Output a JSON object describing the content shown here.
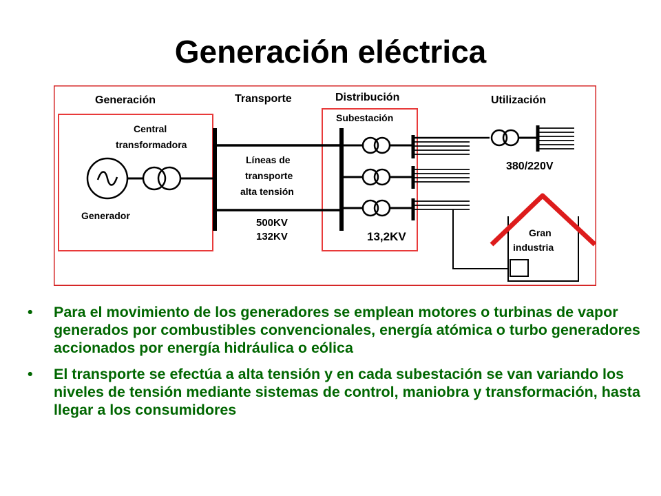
{
  "title": "Generación eléctrica",
  "diagram": {
    "sections": {
      "generation": "Generación",
      "transport": "Transporte",
      "distribution": "Distribución",
      "utilization": "Utilización"
    },
    "labels": {
      "central_line1": "Central",
      "central_line2": "transformadora",
      "generator": "Generador",
      "lines_line1": "Líneas de",
      "lines_line2": "transporte",
      "lines_line3": "alta tensión",
      "voltage_500": "500KV",
      "voltage_132": "132KV",
      "substation": "Subestación",
      "voltage_13": "13,2KV",
      "voltage_380": "380/220V",
      "industry_line1": "Gran",
      "industry_line2": "industria"
    },
    "colors": {
      "frame": "#d42020",
      "box": "#e83a3a",
      "roof": "#dd1c1c",
      "line": "#000000"
    }
  },
  "bullets": [
    "Para el movimiento de los generadores se emplean motores o turbinas de vapor generados por combustibles convencionales, energía atómica o turbo generadores accionados por energía hidráulica o eólica",
    "El transporte se efectúa a alta tensión y en cada subestación se van variando los niveles de tensión mediante sistemas de control, maniobra y transformación, hasta  llegar a los consumidores"
  ],
  "bullet_marker": "•"
}
